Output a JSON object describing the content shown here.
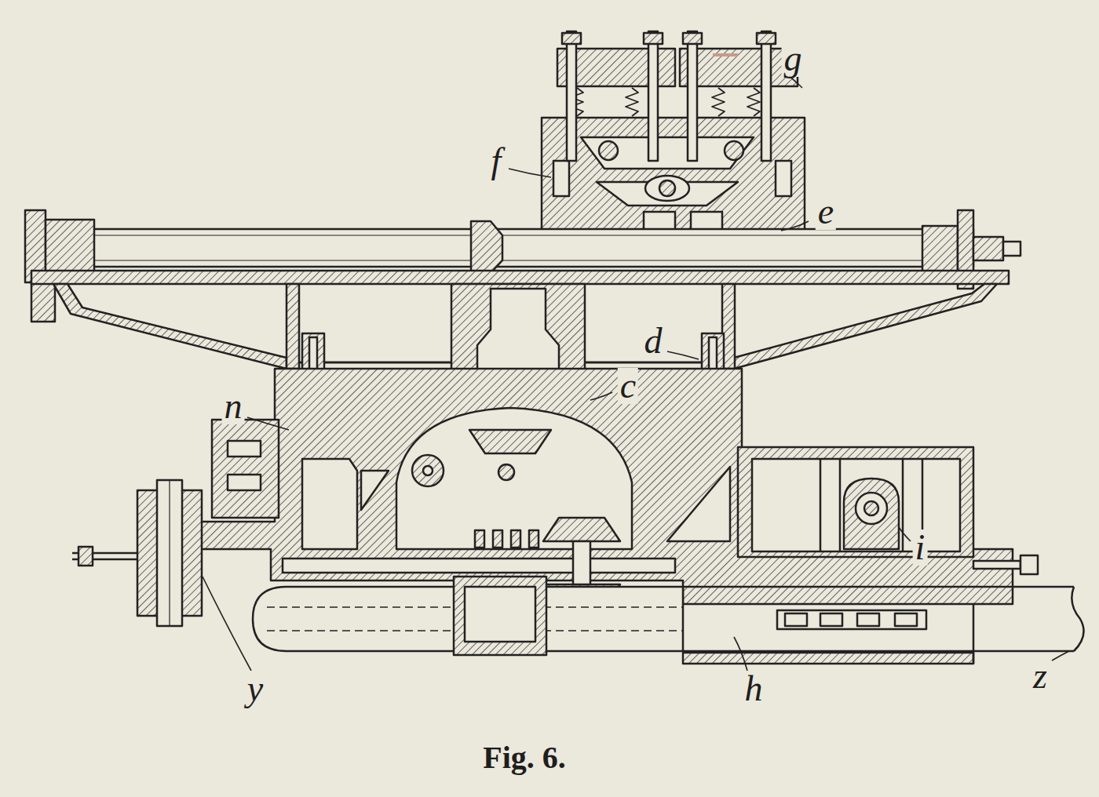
{
  "diagram": {
    "caption": "Fig. 6.",
    "labels": [
      "g",
      "f",
      "e",
      "d",
      "c",
      "n",
      "i",
      "y",
      "h",
      "z"
    ]
  }
}
